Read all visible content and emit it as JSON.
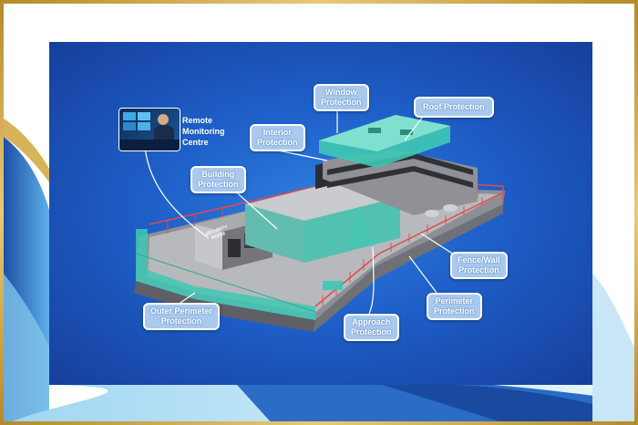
{
  "labels": {
    "window": [
      "Window",
      "Protection"
    ],
    "roof": [
      "Roof Protection"
    ],
    "interior": [
      "Interior",
      "Protection"
    ],
    "building": [
      "Building",
      "Protection"
    ],
    "fence": [
      "Fence/Wall",
      "Protection"
    ],
    "perimeter": [
      "Perimeter",
      "Protection"
    ],
    "outer": [
      "Outer Perimeter",
      "Protection"
    ],
    "approach": [
      "Approach",
      "Protection"
    ]
  },
  "remote": [
    "Remote",
    "Monitoring",
    "Centre"
  ],
  "security_room": [
    "SECURITY",
    "ROOM"
  ],
  "colors": {
    "panel": "#1e5fc8",
    "label_fill": "#a9c9ee",
    "glass": "#3fc8b4",
    "fence": "#e04a4a",
    "frame_gold": "#c9a24a"
  }
}
